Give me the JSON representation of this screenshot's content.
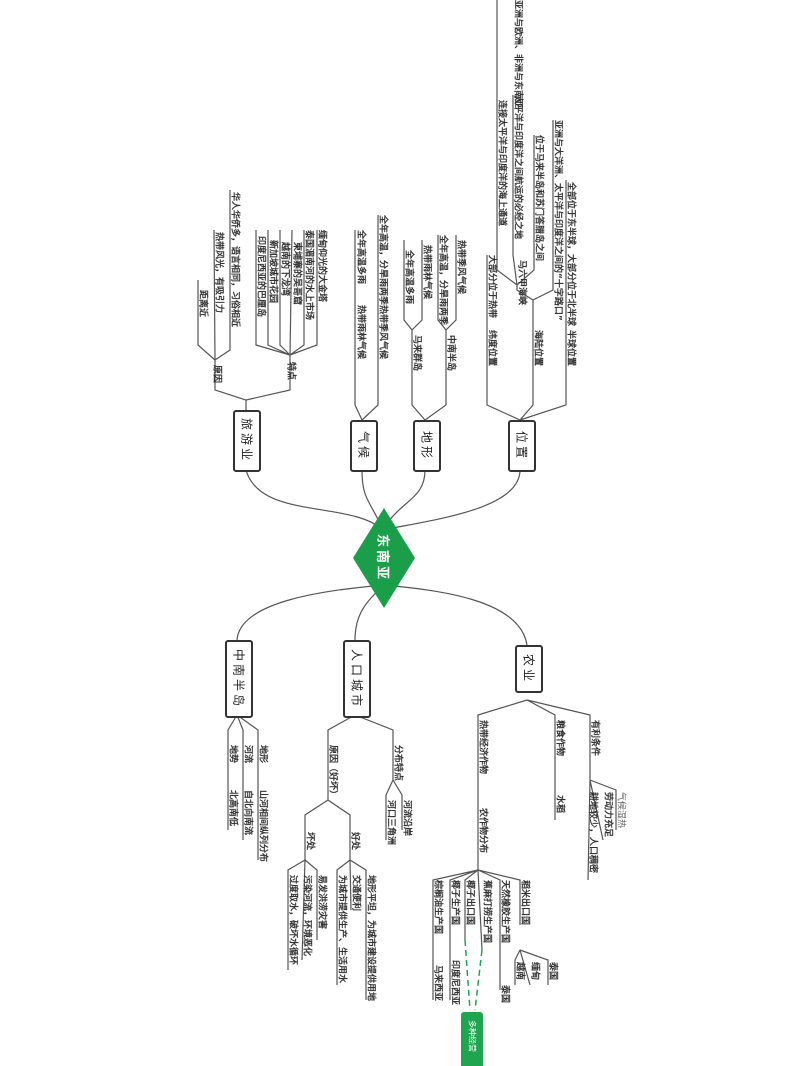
{
  "center": {
    "label": "东南亚",
    "color": "#1a9e4a"
  },
  "branches": {
    "tourism": {
      "label": "旅游业",
      "features": {
        "label": "特点",
        "items": [
          "缅甸仰光的大金塔",
          "泰国湄南河的水上市场",
          "柬埔寨的吴哥窟",
          "越南的下龙湾",
          "新加坡城市花园",
          "印度尼西亚的巴厘岛"
        ]
      },
      "reasons": {
        "label": "原因",
        "items": [
          "华人华侨多，语言相同，习俗相近",
          "热带风光，有吸引力",
          "距离近"
        ]
      }
    },
    "climate": {
      "label": "气候",
      "monsoon": {
        "label": "热带季风气候",
        "desc": "全年高温，分旱雨两季"
      },
      "rainforest": {
        "label": "热带雨林气候",
        "desc": "全年高温多雨"
      }
    },
    "terrain": {
      "label": "地形",
      "peninsula": {
        "label": "中南半岛",
        "items": [
          "热带季风气候",
          "全年高温，分旱雨两季"
        ]
      },
      "archipelago": {
        "label": "马来群岛",
        "items": [
          "热带雨林气候",
          "全年高温多雨"
        ]
      }
    },
    "location": {
      "label": "位置",
      "hemisphere": {
        "label": "半球位置",
        "desc": "全部位于东半球，大部分位于北半球"
      },
      "land_sea": {
        "label": "海陆位置",
        "desc": "亚洲与大洋洲、太平洋与印度洋之间的“十字路口”",
        "strait": {
          "label": "马六甲海峡",
          "items": [
            "位于马来半岛和苏门答腊岛之间",
            "太平洋与印度洋之间航运的必经之地",
            "连接太平洋与印度洋的海上通道"
          ]
        },
        "top_note": "亚洲与欧洲、非洲与东南亚"
      },
      "latitude": {
        "label": "纬度位置",
        "desc": "大部分位于热带"
      }
    },
    "peninsula": {
      "label": "中南半岛",
      "items": [
        {
          "label": "地形",
          "desc": "山河相间纵列分布"
        },
        {
          "label": "河流",
          "desc": "自北向南流"
        },
        {
          "label": "地势",
          "desc": "北高南低"
        }
      ]
    },
    "population": {
      "label": "人口城市",
      "distribution": {
        "label": "分布特点",
        "items": [
          "河流沿岸",
          "河口三角洲"
        ]
      },
      "reasons": {
        "label": "原因（好坏）",
        "pros": {
          "label": "好处",
          "items": [
            "地形平坦，为城市建设提供用地",
            "交通便利",
            "为城市提供生产、生活用水"
          ]
        },
        "cons": {
          "label": "坏处",
          "items": [
            "易发洪涝灾害",
            "污染河流，环境恶化",
            "过度取水，破坏水循环"
          ]
        }
      }
    },
    "agriculture": {
      "label": "农业",
      "conditions": {
        "label": "有利条件",
        "items": [
          "气候湿热",
          "劳动力充足",
          "耕地较少，人口稠密"
        ]
      },
      "food": {
        "label": "粮食作物",
        "desc": "水稻"
      },
      "cash": {
        "label": "热带经济作物",
        "dist": "农作物分布",
        "items": [
          {
            "label": "稻米出口国",
            "countries": [
              "泰国",
              "缅甸",
              "越南"
            ]
          },
          {
            "label": "天然橡胶生产国",
            "countries": [
              "泰国"
            ]
          },
          {
            "label": "蕉麻打捞生产国"
          },
          {
            "label": "椰子出口国"
          },
          {
            "label": "椰子生产国",
            "countries": [
              "印度尼西亚"
            ]
          },
          {
            "label": "棕榈油生产国",
            "countries": [
              "马来西亚"
            ]
          }
        ]
      },
      "green_node": "多种经营"
    }
  }
}
